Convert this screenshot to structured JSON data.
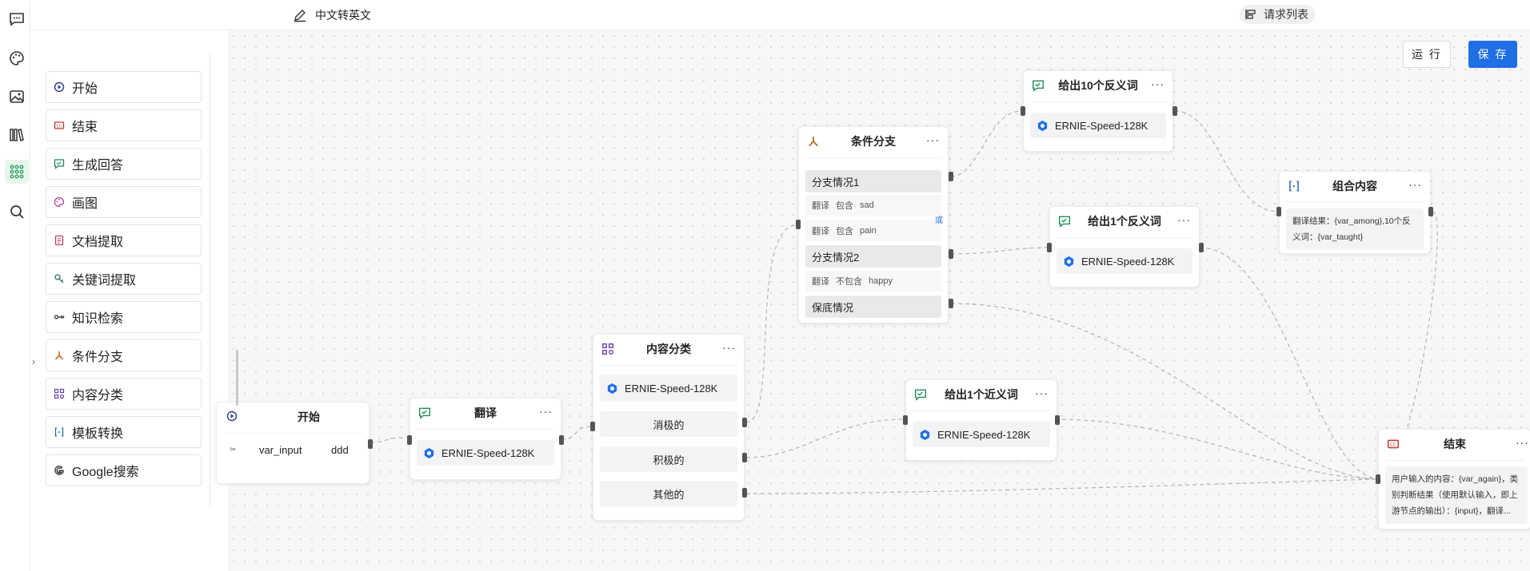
{
  "header": {
    "title": "中文转英文",
    "request_list": "请求列表"
  },
  "actions": {
    "run": "运 行",
    "save": "保 存"
  },
  "palette": [
    {
      "label": "开始",
      "icon": "start-icon"
    },
    {
      "label": "结束",
      "icon": "end-icon"
    },
    {
      "label": "生成回答",
      "icon": "generate-answer-icon"
    },
    {
      "label": "画图",
      "icon": "palette-icon"
    },
    {
      "label": "文档提取",
      "icon": "document-extract-icon"
    },
    {
      "label": "关键词提取",
      "icon": "keyword-extract-icon"
    },
    {
      "label": "知识检索",
      "icon": "knowledge-search-icon"
    },
    {
      "label": "条件分支",
      "icon": "branch-icon"
    },
    {
      "label": "内容分类",
      "icon": "classify-icon"
    },
    {
      "label": "模板转换",
      "icon": "template-icon"
    },
    {
      "label": "Google搜索",
      "icon": "google-icon"
    }
  ],
  "nodes": {
    "start": {
      "title": "开始",
      "var_name": "var_input",
      "var_value": "ddd"
    },
    "translate": {
      "title": "翻译",
      "model": "ERNIE-Speed-128K"
    },
    "classify": {
      "title": "内容分类",
      "model": "ERNIE-Speed-128K",
      "classes": [
        "消极的",
        "积极的",
        "其他的"
      ]
    },
    "branch": {
      "title": "条件分支",
      "case1": "分支情况1",
      "cond1a": {
        "var": "翻译",
        "op": "包含",
        "value": "sad"
      },
      "cond1b": {
        "var": "翻译",
        "op": "包含",
        "value": "pain"
      },
      "or_label": "或",
      "case2": "分支情况2",
      "cond2a": {
        "var": "翻译",
        "op": "不包含",
        "value": "happy"
      },
      "fallback": "保底情况"
    },
    "antonym10": {
      "title": "给出10个反义词",
      "model": "ERNIE-Speed-128K"
    },
    "antonym1": {
      "title": "给出1个反义词",
      "model": "ERNIE-Speed-128K"
    },
    "synonym1": {
      "title": "给出1个近义词",
      "model": "ERNIE-Speed-128K"
    },
    "combine": {
      "title": "组合内容",
      "text": "翻译结果：{var_among},10个反义词：{var_taught}"
    },
    "end": {
      "title": "结束",
      "text": "用户输入的内容：{var_again}，类别判断结果（使用默认输入，即上游节点的输出）：{input}，翻译..."
    }
  },
  "colors": {
    "accent": "#1f6fe5",
    "rail_active": "#3aa76d"
  }
}
